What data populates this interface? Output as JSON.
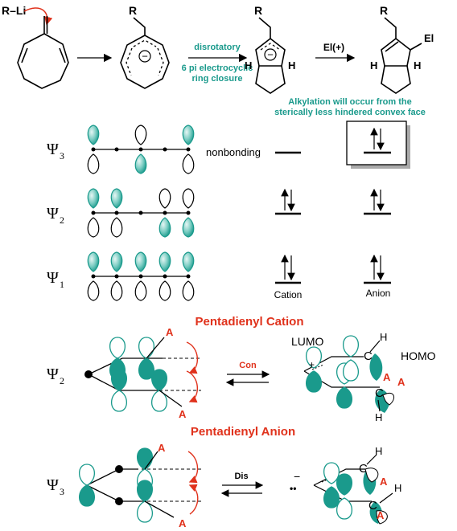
{
  "colors": {
    "teal": "#1a9a8c",
    "red": "#e0321c",
    "black": "#000000"
  },
  "reaction": {
    "reagent": "R–Li",
    "r_group": "R",
    "step2_line1": "disrotatory",
    "step2_line2": "6 pi electrocyclic",
    "step2_line3": "ring closure",
    "step3_label": "El(+)",
    "product_el": "El",
    "h_label": "H",
    "charge": "−",
    "note_line1": "Alkylation will occur from the",
    "note_line2": "sterically less hindered convex face"
  },
  "mo": {
    "psi3_label": "Ψ",
    "psi3_sub": "3",
    "psi2_label": "Ψ",
    "psi2_sub": "2",
    "psi1_label": "Ψ",
    "psi1_sub": "1",
    "nonbonding": "nonbonding",
    "cation": "Cation",
    "anion": "Anion"
  },
  "cation_section": {
    "title": "Pentadienyl Cation",
    "psi_label": "Ψ",
    "psi_sub": "2",
    "a_label": "A",
    "arrow_label": "Con",
    "lumo": "LUMO",
    "homo": "HOMO",
    "plus": "+",
    "h_label": "H",
    "c_label": "C"
  },
  "anion_section": {
    "title": "Pentadienyl Anion",
    "psi_label": "Ψ",
    "psi_sub": "3",
    "a_label": "A",
    "arrow_label": "Dis",
    "minus": "−",
    "dots": "••",
    "h_label": "H",
    "c_label": "C"
  }
}
